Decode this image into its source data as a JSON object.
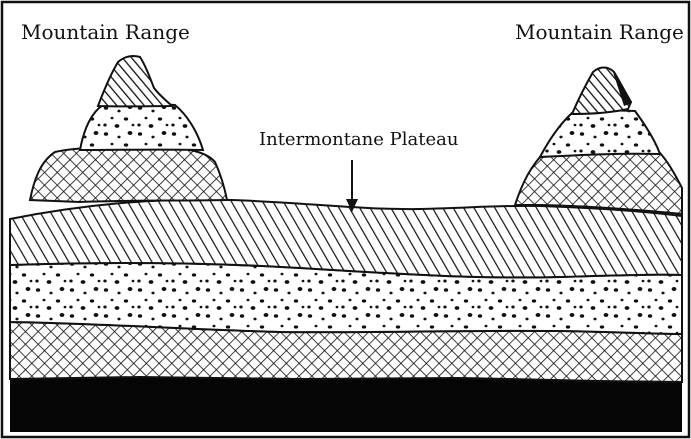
{
  "labels": {
    "left_mountain": "Mountain Range",
    "right_mountain": "Mountain Range",
    "plateau": "Intermontane Plateau"
  },
  "legend_patterns": {
    "top_peak": "diagonal-hatch",
    "dots_layer": "stipple",
    "crosshatch_layer": "cross-hatch",
    "bedrock": "solid-black"
  },
  "colors": {
    "ink": "#111111",
    "background": "#ffffff"
  }
}
